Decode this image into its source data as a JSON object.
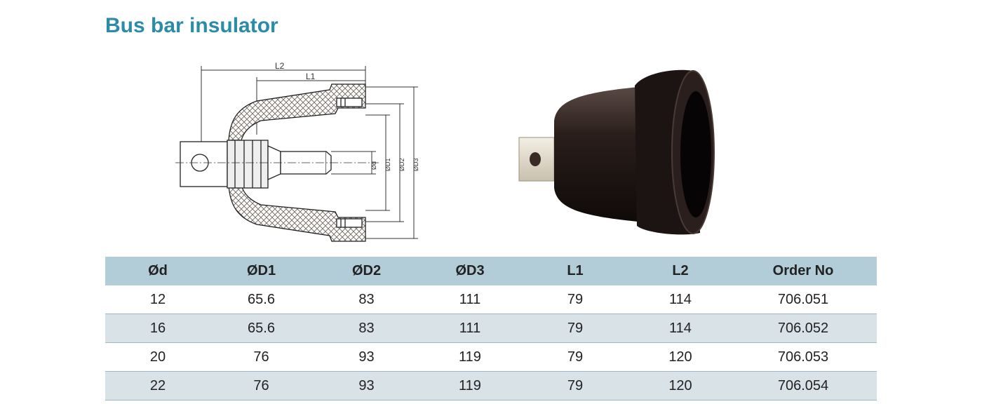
{
  "page": {
    "title": "Bus bar insulator",
    "colors": {
      "title": "#2a8ca6",
      "header_bg": "#b3cdd8",
      "row_alt_bg": "#d9e2e7",
      "row_bg": "#ffffff",
      "body_dark": "#1c1412"
    }
  },
  "drawing": {
    "labels": {
      "L2": "L2",
      "L1": "L1",
      "d": "Ød",
      "D1": "ØD1",
      "D2": "ØD2",
      "D3": "ØD3"
    }
  },
  "photo": {
    "description_icon": "insulator-photo"
  },
  "table": {
    "headers": [
      "Ød",
      "ØD1",
      "ØD2",
      "ØD3",
      "L1",
      "L2",
      "Order No"
    ],
    "rows": [
      [
        "12",
        "65.6",
        "83",
        "111",
        "79",
        "114",
        "706.051"
      ],
      [
        "16",
        "65.6",
        "83",
        "111",
        "79",
        "114",
        "706.052"
      ],
      [
        "20",
        "76",
        "93",
        "119",
        "79",
        "120",
        "706.053"
      ],
      [
        "22",
        "76",
        "93",
        "119",
        "79",
        "120",
        "706.054"
      ]
    ]
  }
}
